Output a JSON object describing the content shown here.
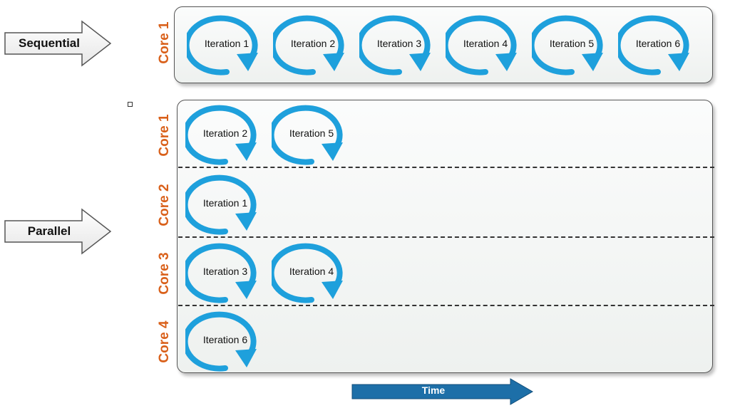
{
  "sequential": {
    "label": "Sequential",
    "core_label": "Core 1",
    "iterations": [
      "Iteration 1",
      "Iteration 2",
      "Iteration 3",
      "Iteration 4",
      "Iteration 5",
      "Iteration 6"
    ]
  },
  "parallel": {
    "label": "Parallel",
    "cores": [
      {
        "label": "Core 1",
        "iterations": [
          "Iteration 2",
          "Iteration 5"
        ]
      },
      {
        "label": "Core 2",
        "iterations": [
          "Iteration 1"
        ]
      },
      {
        "label": "Core 3",
        "iterations": [
          "Iteration 3",
          "Iteration 4"
        ]
      },
      {
        "label": "Core 4",
        "iterations": [
          "Iteration 6"
        ]
      }
    ]
  },
  "time_axis": {
    "label": "Time"
  },
  "colors": {
    "iteration_ring": "#1ea0dc",
    "core_label": "#d9601a",
    "time_arrow": "#1d6fa8"
  }
}
